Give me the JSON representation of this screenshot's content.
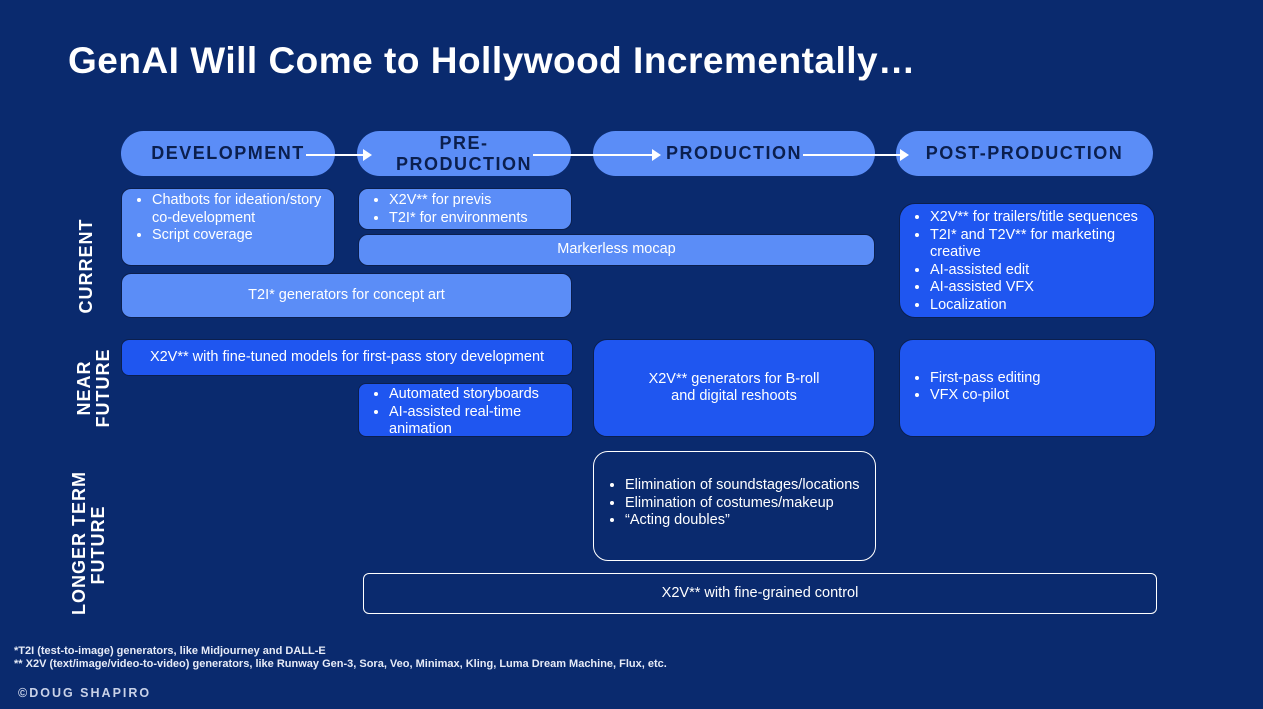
{
  "title": "GenAI Will Come to Hollywood Incrementally…",
  "stages": [
    "DEVELOPMENT",
    "PRE-PRODUCTION",
    "PRODUCTION",
    "POST-PRODUCTION"
  ],
  "row_labels": {
    "current": "CURRENT",
    "near_future": [
      "NEAR",
      "FUTURE"
    ],
    "longer_term": [
      "LONGER TERM",
      "FUTURE"
    ]
  },
  "current": {
    "dev_items": [
      "Chatbots for ideation/story co-development",
      "Script coverage"
    ],
    "preprod_items": [
      "X2V** for previs",
      "T2I* for environments"
    ],
    "mocap": "Markerless mocap",
    "concept_art": "T2I* generators for concept art",
    "post_items": [
      "X2V** for trailers/title sequences",
      "T2I* and T2V** for marketing creative",
      "AI-assisted edit",
      "AI-assisted VFX",
      "Localization"
    ]
  },
  "near_future": {
    "story_dev": "X2V** with fine-tuned models for first-pass story development",
    "preprod_items": [
      "Automated storyboards",
      "AI-assisted real-time animation"
    ],
    "broll_line1": "X2V** generators for B-roll",
    "broll_line2": "and digital reshoots",
    "post_items": [
      "First-pass editing",
      "VFX co-pilot"
    ]
  },
  "longer_term": {
    "production_items": [
      "Elimination of soundstages/locations",
      "Elimination of costumes/makeup",
      "“Acting doubles”"
    ],
    "control": "X2V** with fine-grained control"
  },
  "footnotes": [
    "*T2I (test-to-image) generators, like Midjourney and DALL-E",
    "** X2V (text/image/video-to-video) generators, like Runway Gen-3, Sora, Veo, Minimax, Kling, Luma Dream Machine, Flux, etc."
  ],
  "copyright": "©DOUG SHAPIRO",
  "colors": {
    "background": "#0a2a6e",
    "light_box": "#5b8df7",
    "mid_box": "#1f56f0",
    "header_text": "#0b1f4e"
  }
}
